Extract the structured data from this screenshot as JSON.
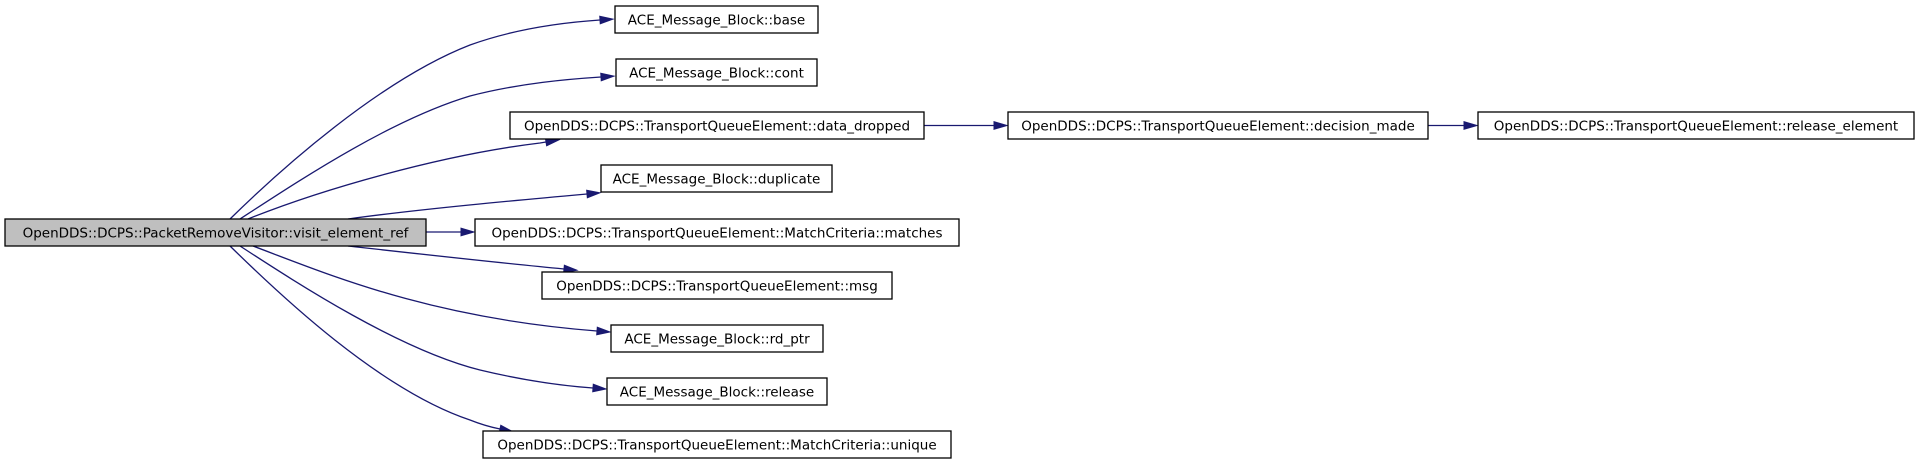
{
  "diagram": {
    "type": "call-graph",
    "colors": {
      "edge": "#191970",
      "node_border": "#000000",
      "root_fill": "#bfbfbf",
      "node_fill": "#ffffff",
      "background": "#ffffff"
    },
    "nodes": [
      {
        "id": "root",
        "label": "OpenDDS::DCPS::PacketRemoveVisitor::visit_element_ref",
        "root": true
      },
      {
        "id": "base",
        "label": "ACE_Message_Block::base"
      },
      {
        "id": "cont",
        "label": "ACE_Message_Block::cont"
      },
      {
        "id": "data_dropped",
        "label": "OpenDDS::DCPS::TransportQueueElement::data_dropped"
      },
      {
        "id": "decision_made",
        "label": "OpenDDS::DCPS::TransportQueueElement::decision_made"
      },
      {
        "id": "release_element",
        "label": "OpenDDS::DCPS::TransportQueueElement::release_element"
      },
      {
        "id": "duplicate",
        "label": "ACE_Message_Block::duplicate"
      },
      {
        "id": "matches",
        "label": "OpenDDS::DCPS::TransportQueueElement::MatchCriteria::matches"
      },
      {
        "id": "msg",
        "label": "OpenDDS::DCPS::TransportQueueElement::msg"
      },
      {
        "id": "rd_ptr",
        "label": "ACE_Message_Block::rd_ptr"
      },
      {
        "id": "release",
        "label": "ACE_Message_Block::release"
      },
      {
        "id": "unique",
        "label": "OpenDDS::DCPS::TransportQueueElement::MatchCriteria::unique"
      }
    ],
    "edges": [
      {
        "from": "root",
        "to": "base"
      },
      {
        "from": "root",
        "to": "cont"
      },
      {
        "from": "root",
        "to": "data_dropped"
      },
      {
        "from": "root",
        "to": "duplicate"
      },
      {
        "from": "root",
        "to": "matches"
      },
      {
        "from": "root",
        "to": "msg"
      },
      {
        "from": "root",
        "to": "rd_ptr"
      },
      {
        "from": "root",
        "to": "release"
      },
      {
        "from": "root",
        "to": "unique"
      },
      {
        "from": "data_dropped",
        "to": "decision_made"
      },
      {
        "from": "decision_made",
        "to": "release_element"
      }
    ]
  }
}
